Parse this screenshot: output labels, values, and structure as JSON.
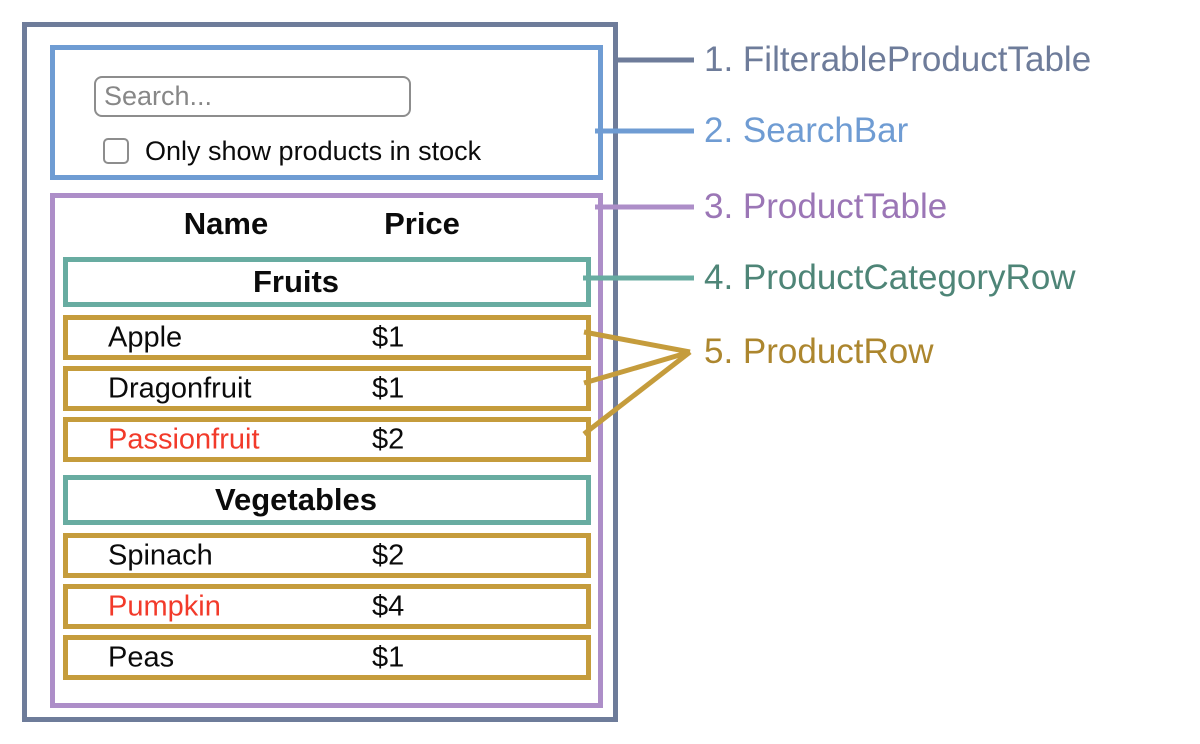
{
  "search_bar": {
    "input_placeholder": "Search...",
    "checkbox_label": "Only show products in stock",
    "checkbox_checked": false
  },
  "table": {
    "headers": [
      "Name",
      "Price"
    ],
    "groups": [
      {
        "category": "Fruits",
        "rows": [
          {
            "name": "Apple",
            "price": "$1",
            "highlight": false
          },
          {
            "name": "Dragonfruit",
            "price": "$1",
            "highlight": false
          },
          {
            "name": "Passionfruit",
            "price": "$2",
            "highlight": true
          }
        ]
      },
      {
        "category": "Vegetables",
        "rows": [
          {
            "name": "Spinach",
            "price": "$2",
            "highlight": false
          },
          {
            "name": "Pumpkin",
            "price": "$4",
            "highlight": true
          },
          {
            "name": "Peas",
            "price": "$1",
            "highlight": false
          }
        ]
      }
    ]
  },
  "legend": [
    {
      "label": "1. FilterableProductTable",
      "color": "#6e7c9a"
    },
    {
      "label": "2. SearchBar",
      "color": "#6f9cd3"
    },
    {
      "label": "3. ProductTable",
      "color": "#9b76b6"
    },
    {
      "label": "4. ProductCategoryRow",
      "color": "#4e8577"
    },
    {
      "label": "5. ProductRow",
      "color": "#ac862e"
    }
  ],
  "colors": {
    "outer_border": "#6e7c9a",
    "searchbar_border": "#6f9cd3",
    "producttable_border": "#ad8ec8",
    "category_border": "#68aca1",
    "product_border": "#c59c3c",
    "highlight_text": "#f23a2a"
  }
}
